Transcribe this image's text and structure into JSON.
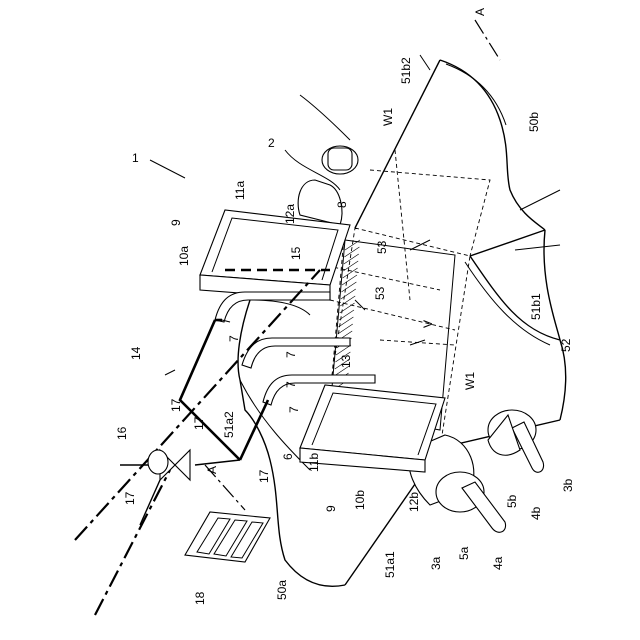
{
  "labels": {
    "l1": "1",
    "l2": "2",
    "l3a": "3a",
    "l3b": "3b",
    "l4a": "4a",
    "l4b": "4b",
    "l5a": "5a",
    "l5b": "5b",
    "l6": "6",
    "l7a": "7",
    "l7b": "7",
    "l7c": "7",
    "l7d": "7",
    "l8": "8",
    "l9a": "9",
    "l9b": "9",
    "l10a": "10a",
    "l10b": "10b",
    "l11a": "11a",
    "l11b": "11b",
    "l12a": "12a",
    "l12b": "12b",
    "l13": "13",
    "l14": "14",
    "l15": "15",
    "l16": "16",
    "l17a": "17",
    "l17b": "17",
    "l17c": "17",
    "l17d": "17",
    "l18": "18",
    "l50a": "50a",
    "l50b": "50b",
    "l51a1": "51a1",
    "l51a2": "51a2",
    "l51b1": "51b1",
    "l51b2": "51b2",
    "l52": "52",
    "l53a": "53",
    "l53b": "53",
    "lV": "V",
    "lW1a": "W1",
    "lW1b": "W1",
    "lAtop": "A",
    "lAbot": "A"
  }
}
